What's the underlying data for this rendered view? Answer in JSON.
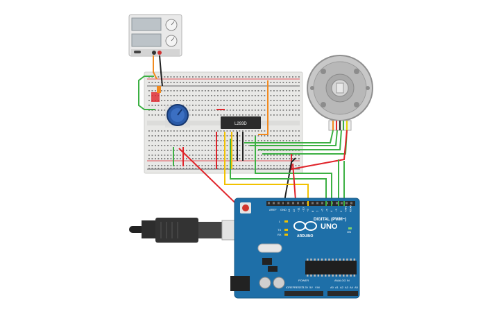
{
  "circuit": {
    "motor_driver_label": "L293D",
    "arduino": {
      "model_label": "UNO",
      "brand_label": "ARDUINO",
      "digital_label": "DIGITAL (PWM~)",
      "power_label": "POWER",
      "analog_label": "ANALOG IN",
      "aref_label": "AREF",
      "gnd_label": "GND",
      "ioref_label": "IOREF",
      "reset_label": "RESET",
      "v33_label": "3.3V",
      "v5_label": "5V",
      "vin_label": "VIN",
      "l_label": "L",
      "tx_label": "TX",
      "rx_label": "RX",
      "on_label": "ON",
      "digital_pins": [
        "13",
        "12",
        "~11",
        "~10",
        "~9",
        "8",
        "7",
        "~6",
        "~5",
        "4",
        "~3",
        "2",
        "TX▸1",
        "RX◂0"
      ],
      "analog_pins": [
        "A0",
        "A1",
        "A2",
        "A3",
        "A4",
        "A5"
      ]
    },
    "colors": {
      "wire_red": "#e0242a",
      "wire_black": "#222222",
      "wire_green": "#3cb043",
      "wire_yellow": "#f2c200",
      "wire_orange": "#f28a1e",
      "arduino_blue": "#1e6fa8",
      "breadboard": "#e8e8e6"
    }
  }
}
